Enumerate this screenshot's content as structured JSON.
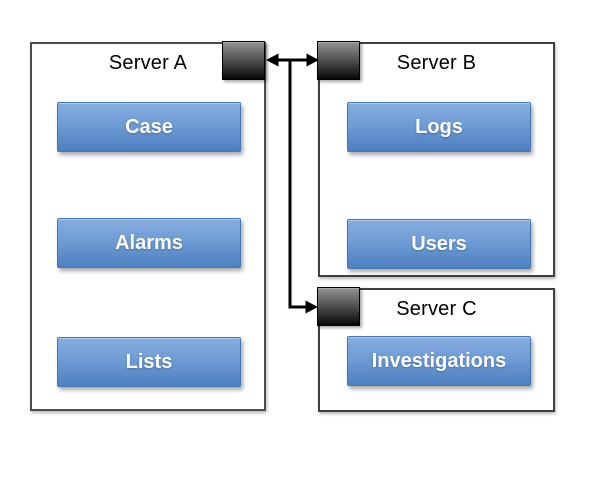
{
  "servers": [
    {
      "id": "server-a",
      "name": "Server A",
      "buttons": [
        {
          "label": "Case"
        },
        {
          "label": "Alarms"
        },
        {
          "label": "Lists"
        }
      ]
    },
    {
      "id": "server-b",
      "name": "Server B",
      "buttons": [
        {
          "label": "Logs"
        },
        {
          "label": "Users"
        }
      ]
    },
    {
      "id": "server-c",
      "name": "Server C",
      "buttons": [
        {
          "label": "Investigations"
        }
      ]
    }
  ],
  "connections": [
    {
      "from": "Server A",
      "to": "Server B",
      "style": "double-headed-arrow"
    },
    {
      "from": "Server A - Server B link",
      "to": "Server C",
      "style": "single-arrow"
    }
  ],
  "icons": {
    "port": "connector-port-square"
  },
  "colors": {
    "background": "#ffffff",
    "box_border": "#4d4d4d",
    "title_text": "#000000",
    "button_gradient_top": "#86addf",
    "button_gradient_bottom": "#4d7fbf",
    "button_border": "#4577b3",
    "button_text": "#ffffff",
    "port_gradient_top": "#939393",
    "port_gradient_bottom": "#070707",
    "arrow": "#000000"
  }
}
